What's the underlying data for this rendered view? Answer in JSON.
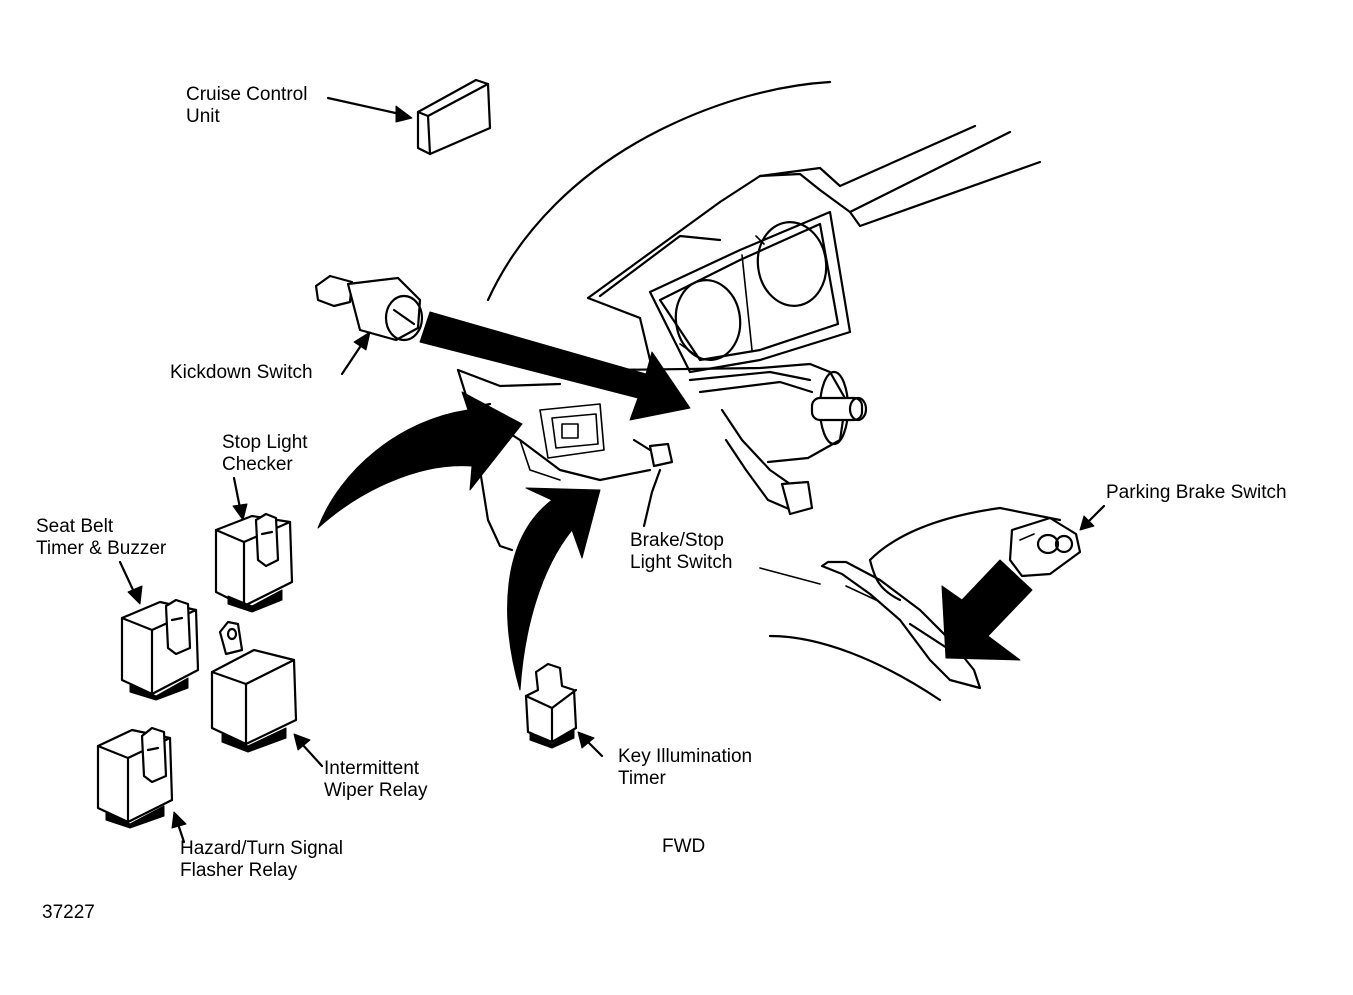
{
  "labels": {
    "cruise_control_unit": [
      "Cruise Control",
      "Unit"
    ],
    "kickdown_switch": [
      "Kickdown Switch"
    ],
    "stop_light_checker": [
      "Stop Light",
      "Checker"
    ],
    "seat_belt_timer": [
      "Seat Belt",
      "Timer & Buzzer"
    ],
    "parking_brake_switch": [
      "Parking Brake Switch"
    ],
    "brake_stop_light_switch": [
      "Brake/Stop",
      "Light Switch"
    ],
    "intermittent_wiper_relay": [
      "Intermittent",
      "Wiper Relay"
    ],
    "key_illumination_timer": [
      "Key Illumination",
      "Timer"
    ],
    "hazard_turn_flasher_relay": [
      "Hazard/Turn Signal",
      "Flasher Relay"
    ],
    "view_tag": [
      "FWD"
    ],
    "figure_number": [
      "37227"
    ]
  }
}
